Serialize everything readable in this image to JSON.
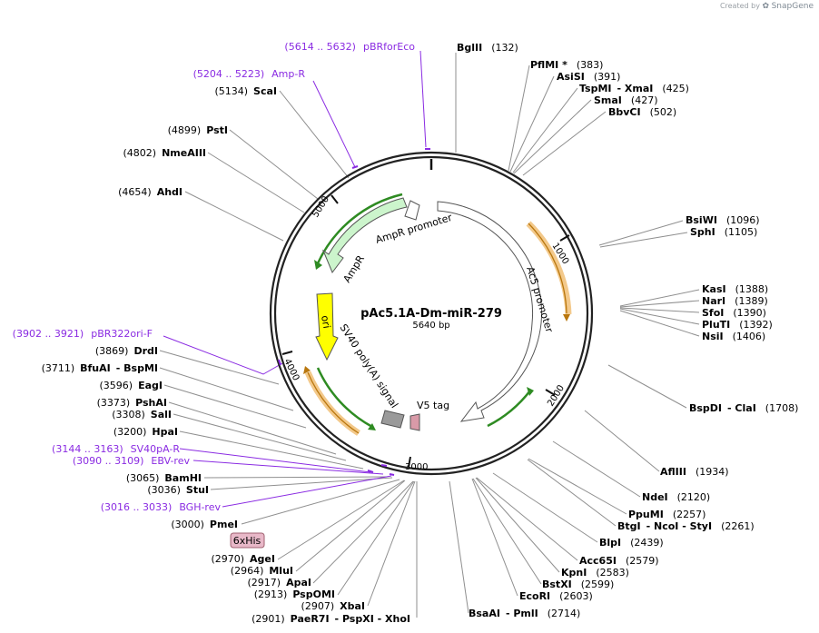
{
  "credit": {
    "prefix": "Created by",
    "brand": "SnapGene"
  },
  "plasmid": {
    "name": "pAc5.1A-Dm-miR-279",
    "length_label": "5640 bp"
  },
  "tick_labels": [
    "1000",
    "2000",
    "3000",
    "4000",
    "5000"
  ],
  "feature_labels": {
    "ampr_promoter": "AmpR promoter",
    "ampr": "AmpR",
    "ori": "ori",
    "ac5_promoter": "Ac5 promoter",
    "sv40": "SV40 poly(A) signal",
    "v5": "V5 tag"
  },
  "his_tag": "6xHis",
  "enzymes": [
    {
      "name": "BglII",
      "pos": "(132)"
    },
    {
      "name": "PflMI *",
      "pos": "(383)"
    },
    {
      "name": "AsiSI",
      "pos": "(391)"
    },
    {
      "name": "TspMI",
      "extra": "- XmaI",
      "pos": "(425)"
    },
    {
      "name": "SmaI",
      "pos": "(427)"
    },
    {
      "name": "BbvCI",
      "pos": "(502)"
    },
    {
      "name": "BsiWI",
      "pos": "(1096)"
    },
    {
      "name": "SphI",
      "pos": "(1105)"
    },
    {
      "name": "KasI",
      "pos": "(1388)"
    },
    {
      "name": "NarI",
      "pos": "(1389)"
    },
    {
      "name": "SfoI",
      "pos": "(1390)"
    },
    {
      "name": "PluTI",
      "pos": "(1392)"
    },
    {
      "name": "NsiI",
      "pos": "(1406)"
    },
    {
      "name": "BspDI",
      "extra": "- ClaI",
      "pos": "(1708)"
    },
    {
      "name": "AflIII",
      "pos": "(1934)"
    },
    {
      "name": "NdeI",
      "pos": "(2120)"
    },
    {
      "name": "PpuMI",
      "pos": "(2257)"
    },
    {
      "name": "BtgI",
      "extra": "- NcoI - StyI",
      "pos": "(2261)"
    },
    {
      "name": "BlpI",
      "pos": "(2439)"
    },
    {
      "name": "Acc65I",
      "pos": "(2579)"
    },
    {
      "name": "KpnI",
      "pos": "(2583)"
    },
    {
      "name": "BstXI",
      "pos": "(2599)"
    },
    {
      "name": "EcoRI",
      "pos": "(2603)"
    },
    {
      "name": "BsaAI",
      "extra": "- PmlI",
      "pos": "(2714)"
    },
    {
      "name": "PaeR7I",
      "extra": "- PspXI - XhoI",
      "pos": "(2901)"
    },
    {
      "name": "XbaI",
      "pos": "(2907)"
    },
    {
      "name": "PspOMI",
      "pos": "(2913)"
    },
    {
      "name": "ApaI",
      "pos": "(2917)"
    },
    {
      "name": "MluI",
      "pos": "(2964)"
    },
    {
      "name": "AgeI",
      "pos": "(2970)"
    },
    {
      "name": "PmeI",
      "pos": "(3000)"
    },
    {
      "name": "StuI",
      "pos": "(3036)"
    },
    {
      "name": "BamHI",
      "pos": "(3065)"
    },
    {
      "name": "HpaI",
      "pos": "(3200)"
    },
    {
      "name": "SalI",
      "pos": "(3308)"
    },
    {
      "name": "PshAI",
      "pos": "(3373)"
    },
    {
      "name": "EagI",
      "pos": "(3596)"
    },
    {
      "name": "BfuAI",
      "extra": "- BspMI",
      "pos": "(3711)"
    },
    {
      "name": "DrdI",
      "pos": "(3869)"
    },
    {
      "name": "AhdI",
      "pos": "(4654)"
    },
    {
      "name": "NmeAIII",
      "pos": "(4802)"
    },
    {
      "name": "PstI",
      "pos": "(4899)"
    },
    {
      "name": "ScaI",
      "pos": "(5134)"
    }
  ],
  "primers": [
    {
      "range": "(5614 .. 5632)",
      "name": "pBRforEco"
    },
    {
      "range": "(5204 .. 5223)",
      "name": "Amp-R"
    },
    {
      "range": "(3902 .. 3921)",
      "name": "pBR322ori-F"
    },
    {
      "range": "(3144 .. 3163)",
      "name": "SV40pA-R"
    },
    {
      "range": "(3090 .. 3109)",
      "name": "EBV-rev"
    },
    {
      "range": "(3016 .. 3033)",
      "name": "BGH-rev"
    }
  ],
  "colors": {
    "ring": "#222222",
    "ampr": "#ccf5cc",
    "ori": "#ffff00",
    "sv40": "#9a9a9a",
    "v5": "#d99aa8",
    "orf": "#f3c98b",
    "primer": "#8a2be2",
    "his_bg": "#e8b8c8"
  }
}
